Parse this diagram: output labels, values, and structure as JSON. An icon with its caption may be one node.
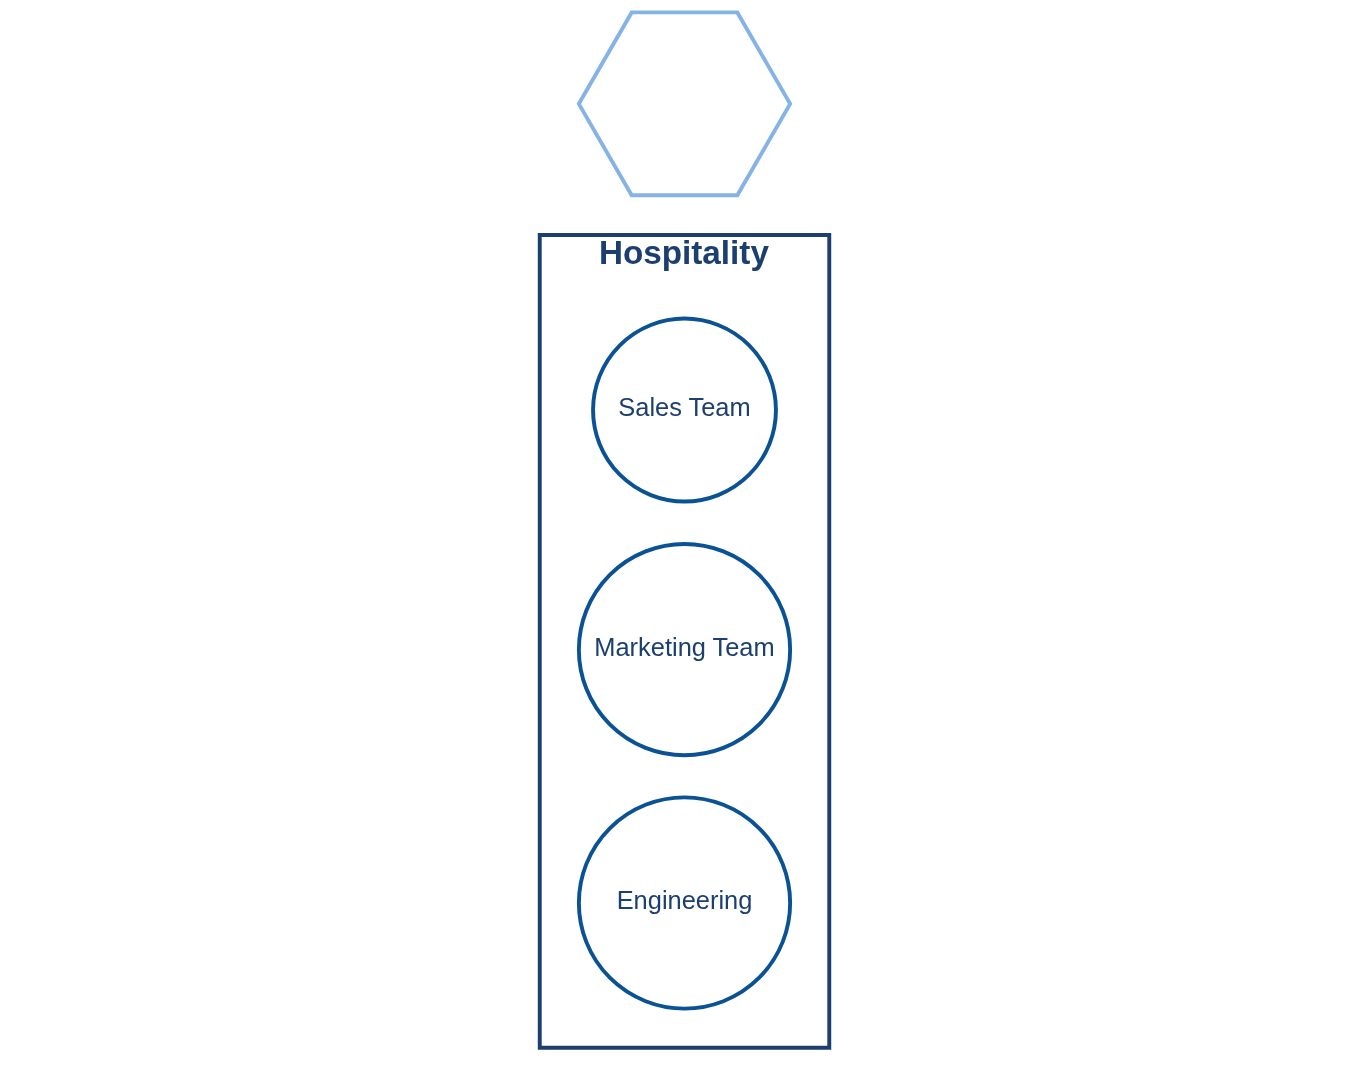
{
  "diagram": {
    "nodes": [
      {
        "text": [
          "Hospitality"
        ]
      },
      {
        "text": [
          "Sales Team"
        ],
        "in": 0
      },
      {
        "text": [
          "Marketing Team"
        ],
        "in": 0
      },
      {
        "text": [
          "Engineering"
        ],
        "in": 0
      },
      {
        "text": [],
        "shape": "hexagon"
      }
    ]
  }
}
